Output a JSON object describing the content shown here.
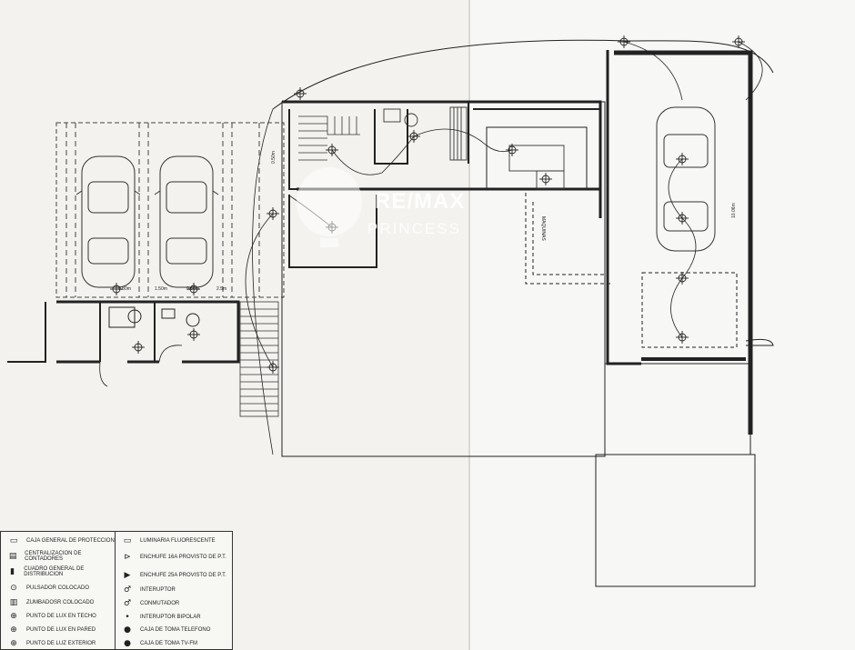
{
  "labels": {
    "dim_1": "0.50m",
    "dim_2": "10.06m",
    "dim_3": "0.80m",
    "dim_4": "1.50m",
    "dim_5": "0.80m",
    "dim_6": "2.5m",
    "room_maquinas": "MAQUINAS"
  },
  "watermark": {
    "top": "RE/MAX",
    "bottom": "PRINCESS"
  },
  "legend": {
    "left": [
      {
        "icon": "box-icon",
        "text": "CAJA GENERAL DE PROTECCION"
      },
      {
        "icon": "meter-icon",
        "text": "CENTRALIZACION DE CONTADORES"
      },
      {
        "icon": "panel-icon",
        "text": "CUADRO GENERAL DE DISTRIBUCION"
      },
      {
        "icon": "push-button-icon",
        "text": "PULSADOR COLOCADO"
      },
      {
        "icon": "buzzer-icon",
        "text": "ZUMBADOSR COLOCADO"
      },
      {
        "icon": "ceiling-light-icon",
        "text": "PUNTO DE LUX EN TECHO"
      },
      {
        "icon": "wall-light-icon",
        "text": "PUNTO DE LUX EN PARED"
      },
      {
        "icon": "exterior-light-icon",
        "text": "PUNTO DE LUZ EXTERIOR"
      }
    ],
    "right": [
      {
        "icon": "fluorescent-icon",
        "text": "LUMINARIA FLUORESCENTE"
      },
      {
        "icon": "socket-16a-icon",
        "text": "ENCHUFE 16A PROVISTO DE P.T."
      },
      {
        "icon": "socket-25a-icon",
        "text": "ENCHUFE 25A PROVISTO DE P.T."
      },
      {
        "icon": "switch-icon",
        "text": "INTERUPTOR"
      },
      {
        "icon": "commutator-icon",
        "text": "CONMUTADOR"
      },
      {
        "icon": "bipolar-switch-icon",
        "text": "INTERUPTOR BIPOLAR"
      },
      {
        "icon": "phone-socket-icon",
        "text": "CAJA DE TOMA TELEFONO"
      },
      {
        "icon": "tv-socket-icon",
        "text": "CAJA DE TOMA TV-FM"
      }
    ]
  }
}
